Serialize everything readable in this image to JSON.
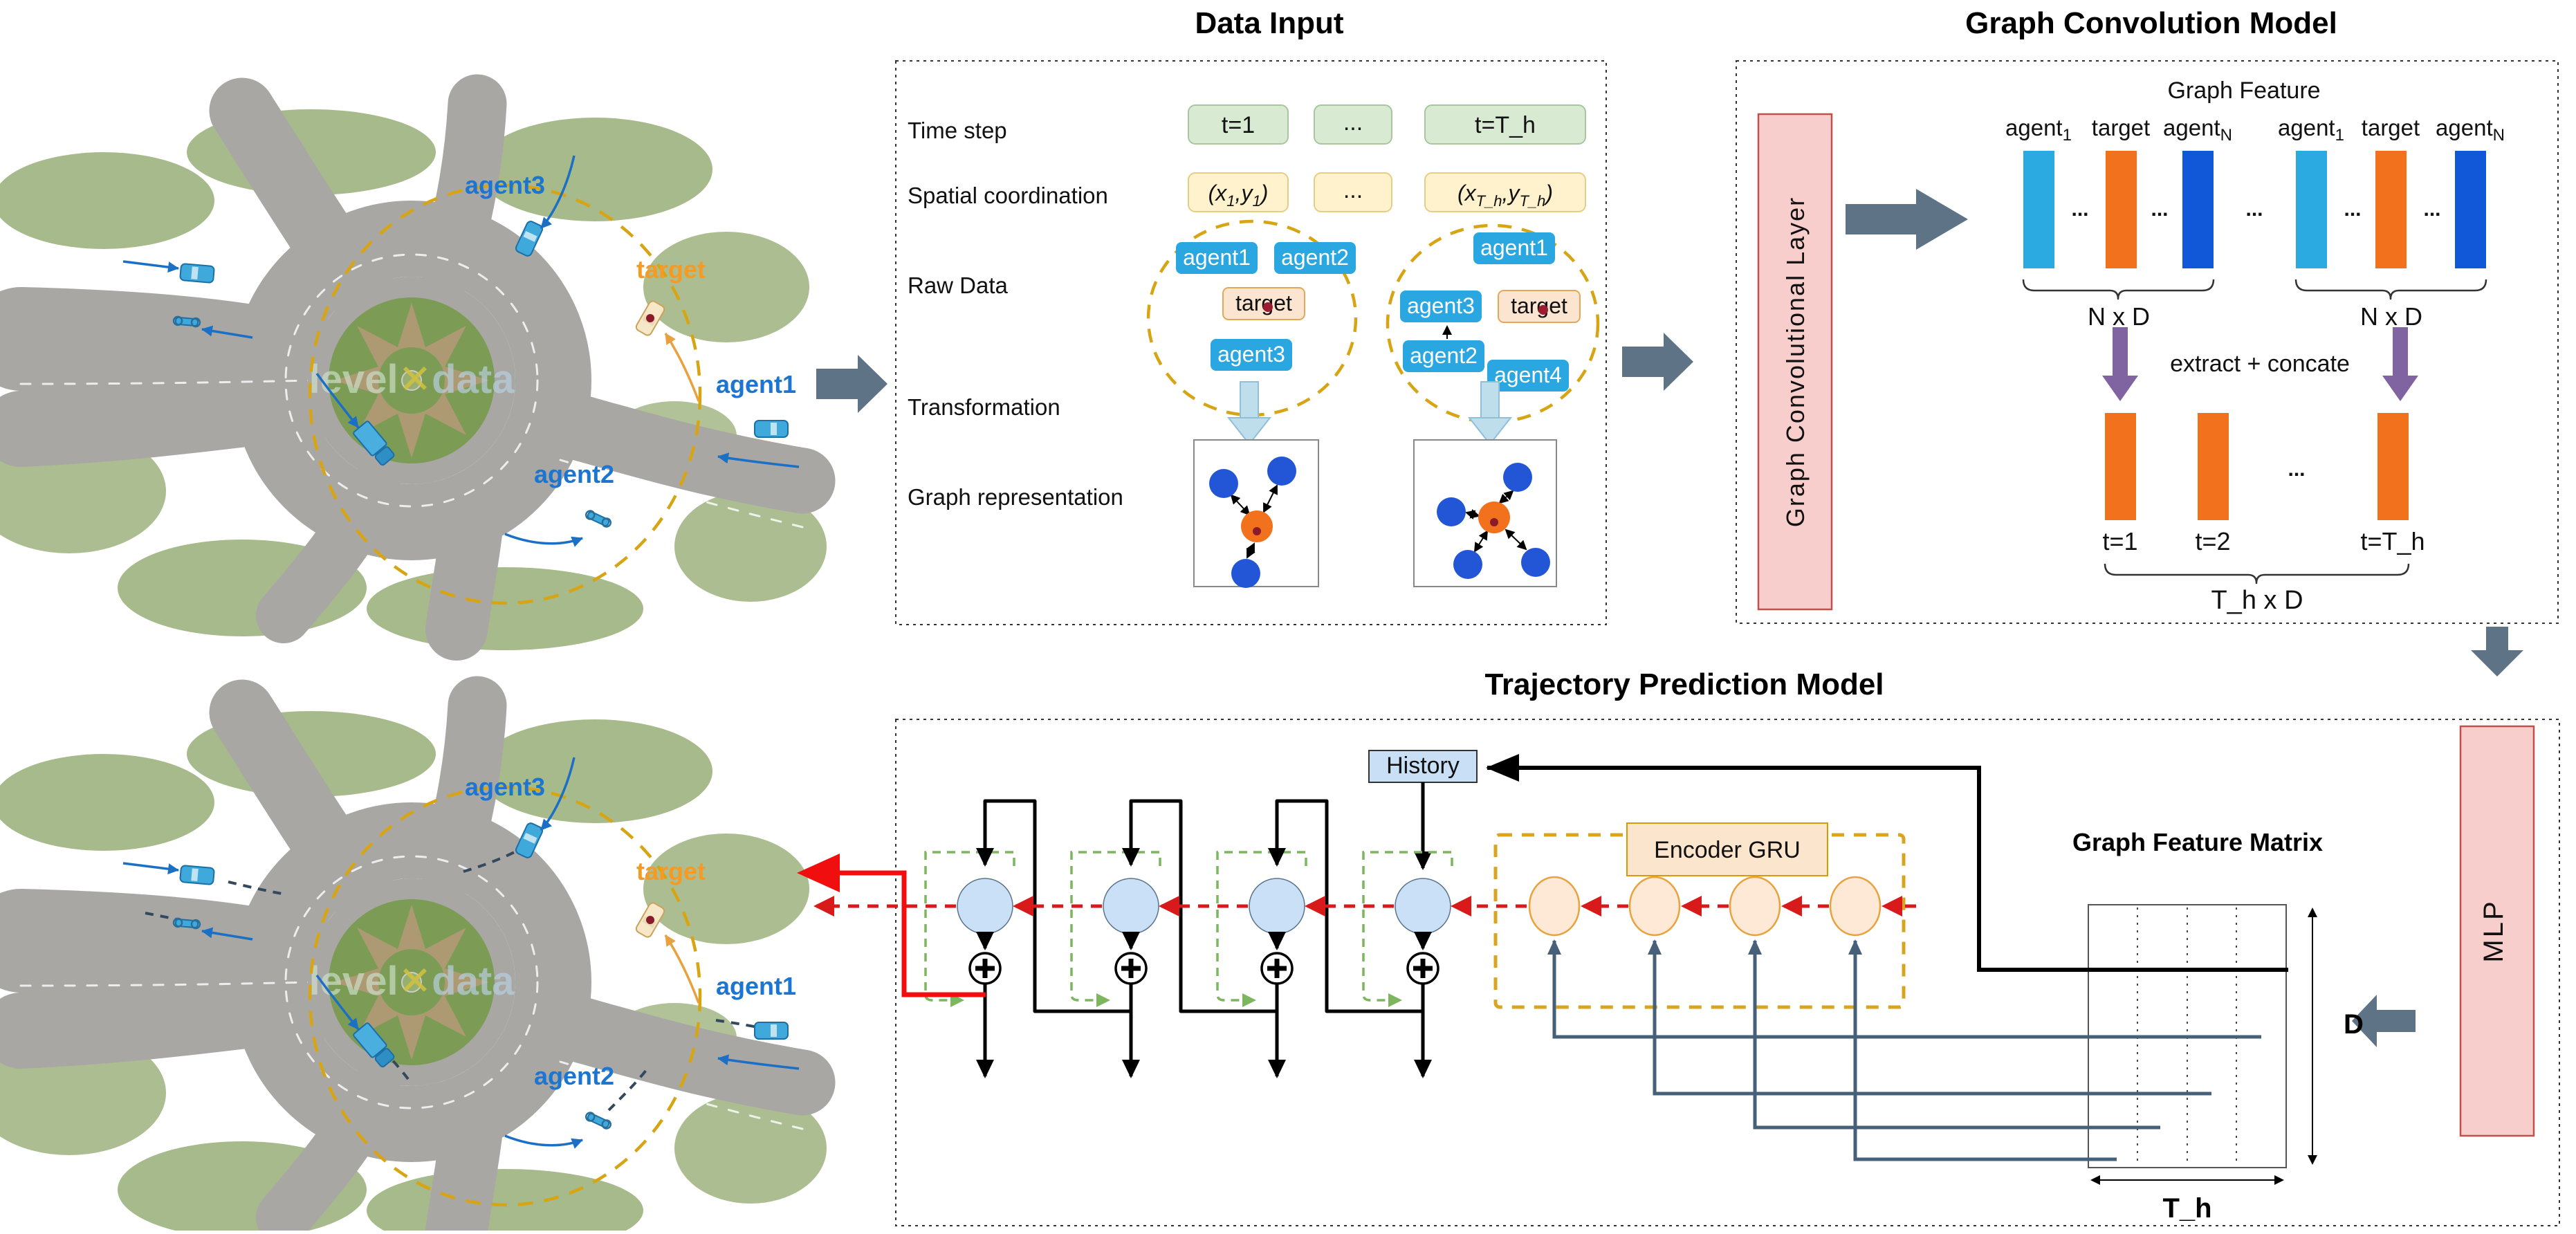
{
  "titles": {
    "data_input": "Data Input",
    "gcm": "Graph Convolution Model",
    "tpm": "Trajectory Prediction Model"
  },
  "data_input": {
    "rows": {
      "time": "Time step",
      "coord": "Spatial coordination",
      "raw": "Raw Data",
      "transform": "Transformation",
      "graph": "Graph representation"
    },
    "time_boxes": [
      "t=1",
      "...",
      "t=T_h"
    ],
    "coord_box1": {
      "p1": "(x",
      "s1": "1",
      "p2": ",y",
      "s2": "1",
      "p3": ")"
    },
    "coord_mid": "...",
    "coord_box3": {
      "p1": "(x",
      "s1": "T_h",
      "p2": ",y",
      "s2": "T_h",
      "p3": ")"
    },
    "ellipse1": {
      "a1": "agent1",
      "a2": "agent2",
      "tg": "target",
      "a3": "agent3"
    },
    "ellipse2": {
      "a1": "agent1",
      "a3": "agent3",
      "tg": "target",
      "a2": "agent2",
      "a4": "agent4"
    }
  },
  "gcm": {
    "layer": "Graph Convolutional Layer",
    "feature": "Graph Feature",
    "col": {
      "agent": "agent",
      "one": "1",
      "target": "target",
      "n": "N"
    },
    "dots": "...",
    "nxd": "N x D",
    "extract": "extract + concate",
    "t_labels": [
      "t=1",
      "t=2",
      "...",
      "t=T_h"
    ],
    "thxd": "T_h x D"
  },
  "tpm": {
    "history": "History",
    "encoder": "Encoder GRU",
    "matrix": "Graph Feature Matrix",
    "d": "D",
    "th": "T_h",
    "mlp": "MLP"
  },
  "scene": {
    "agent1": "agent1",
    "agent2": "agent2",
    "agent3": "agent3",
    "target": "target",
    "wm_l": "level",
    "wm_x": "✕",
    "wm_r": "data"
  },
  "colors": {
    "chip_blue": "#2AA7E0",
    "bar_lightblue": "#2BA9E1",
    "bar_orange": "#F2711D",
    "bar_darkblue": "#1158D8",
    "pink_box": "#F8CECC",
    "pink_border": "#C0504D",
    "green_box": "#D9EAD3",
    "yellow_box": "#FFF2CC",
    "peach_box": "#FBE5D0",
    "history_blue": "#C9DFF5",
    "encoder_peach": "#FCE5CD",
    "gold_dash": "#D7A514",
    "red": "#E8191C",
    "green_dash": "#7CB65F",
    "slate": "#47607A",
    "gray_arrow": "#5F7387",
    "purple_arrow": "#8064A2"
  }
}
